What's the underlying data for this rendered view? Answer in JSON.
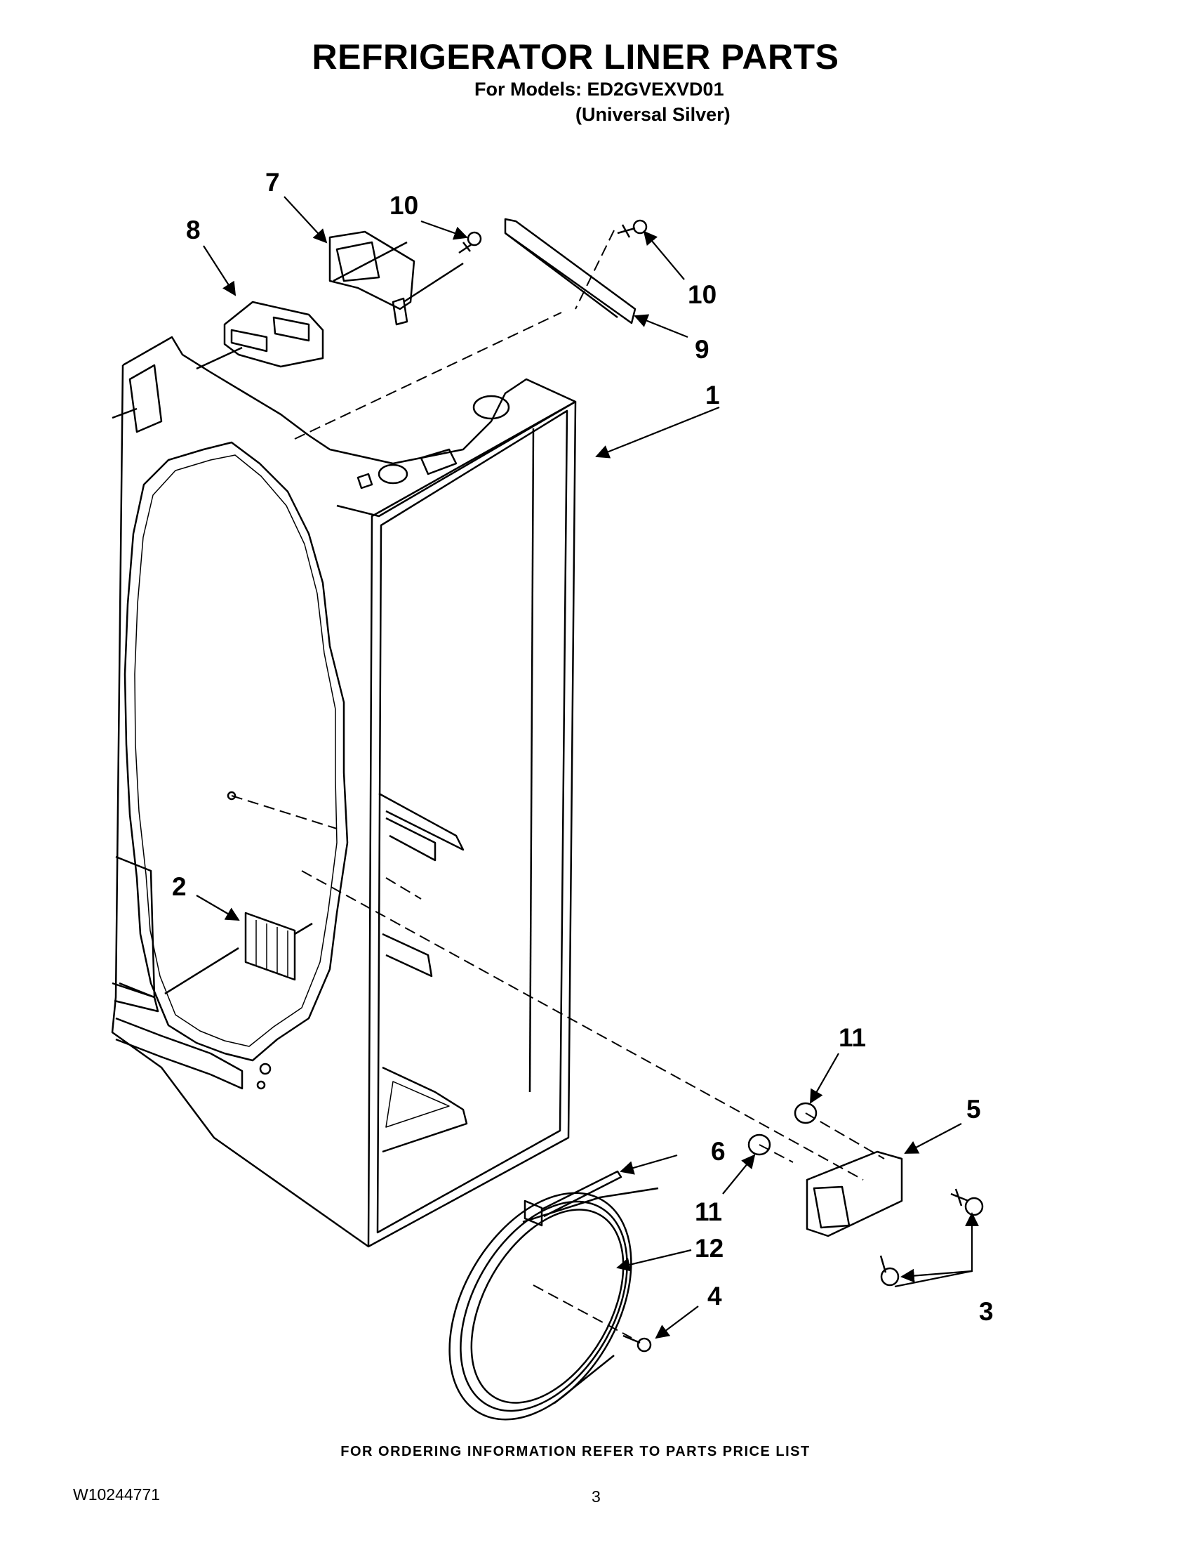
{
  "header": {
    "title": "REFRIGERATOR LINER PARTS",
    "models_line": "For Models: ED2GVEXVD01",
    "color_line": "(Universal Silver)"
  },
  "callouts": {
    "c1": "1",
    "c2": "2",
    "c3": "3",
    "c4": "4",
    "c5": "5",
    "c6": "6",
    "c7": "7",
    "c8": "8",
    "c9": "9",
    "c10a": "10",
    "c10b": "10",
    "c11a": "11",
    "c11b": "11",
    "c12": "12"
  },
  "footer": {
    "ordering_info": "FOR ORDERING INFORMATION REFER TO PARTS PRICE LIST",
    "doc_number": "W10244771",
    "page_number": "3"
  }
}
